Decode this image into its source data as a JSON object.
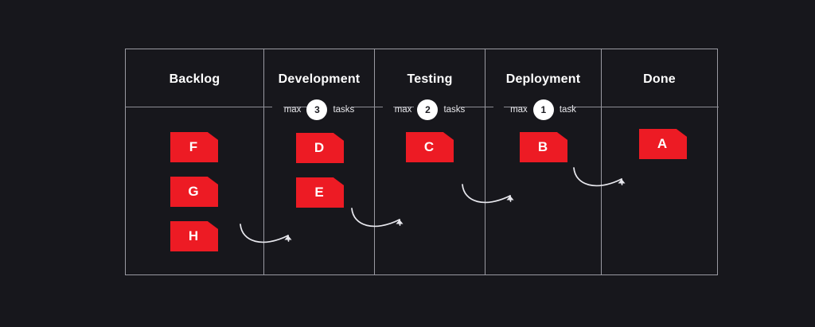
{
  "theme": {
    "background": "#17171c",
    "board_border": "#9a9aa2",
    "divider": "#8d8d95",
    "card_red": "#ed1b24",
    "card_fold_red": "#a8111a",
    "badge_bg": "#ffffff",
    "badge_text": "#1c1c22",
    "title_text": "#ffffff",
    "arrow_stroke": "#e8e8ee"
  },
  "board": {
    "columns": [
      {
        "id": "backlog",
        "title": "Backlog",
        "wip": null,
        "cards": [
          {
            "label": "F"
          },
          {
            "label": "G"
          },
          {
            "label": "H"
          }
        ]
      },
      {
        "id": "development",
        "title": "Development",
        "wip": {
          "prefix": "max",
          "limit": "3",
          "suffix": "tasks"
        },
        "cards": [
          {
            "label": "D"
          },
          {
            "label": "E"
          }
        ]
      },
      {
        "id": "testing",
        "title": "Testing",
        "wip": {
          "prefix": "max",
          "limit": "2",
          "suffix": "tasks"
        },
        "cards": [
          {
            "label": "C"
          }
        ]
      },
      {
        "id": "deployment",
        "title": "Deployment",
        "wip": {
          "prefix": "max",
          "limit": "1",
          "suffix": "task"
        },
        "cards": [
          {
            "label": "B"
          }
        ]
      },
      {
        "id": "done",
        "title": "Done",
        "wip": null,
        "cards": [
          {
            "label": "A"
          }
        ]
      }
    ],
    "flow_arrows": [
      {
        "from": "backlog",
        "to": "development"
      },
      {
        "from": "development",
        "to": "testing"
      },
      {
        "from": "testing",
        "to": "deployment"
      },
      {
        "from": "deployment",
        "to": "done"
      }
    ]
  }
}
